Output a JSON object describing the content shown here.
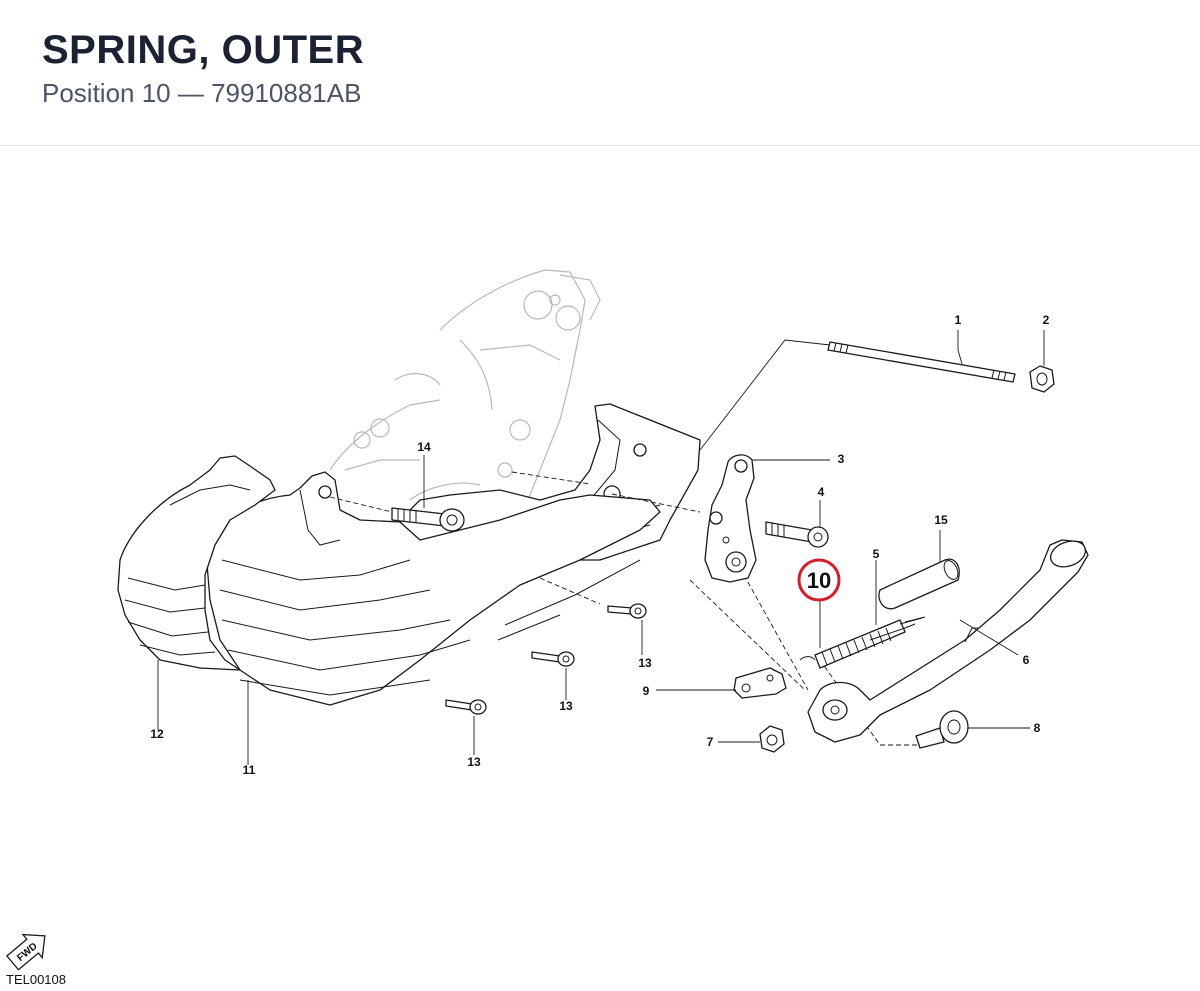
{
  "header": {
    "title": "SPRING, OUTER",
    "subtitle": "Position 10 — 79910881AB"
  },
  "diagram": {
    "highlighted": "10",
    "callouts": [
      "1",
      "2",
      "3",
      "4",
      "5",
      "6",
      "7",
      "8",
      "9",
      "11",
      "12",
      "13",
      "13",
      "13",
      "14",
      "15"
    ],
    "fwd_label": "FWD",
    "reference_code": "TEL00108",
    "highlight_color": "#d0202e"
  }
}
